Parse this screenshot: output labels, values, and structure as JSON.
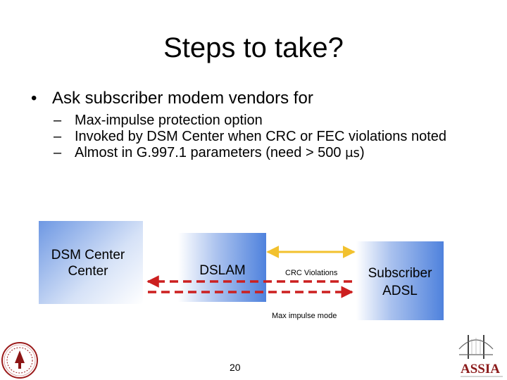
{
  "slide": {
    "title": "Steps to take?",
    "bullet": {
      "marker": "•",
      "text": "Ask subscriber modem vendors for"
    },
    "sub_bullets": [
      {
        "dash": "–",
        "text": "Max-impulse protection option"
      },
      {
        "dash": "–",
        "text": "Invoked by DSM Center when CRC or FEC violations noted"
      },
      {
        "dash": "–",
        "text_before": "Almost in G.997.1 parameters (need > 500 ",
        "unit": "μs",
        "text_after": ")"
      }
    ],
    "page_number": "20"
  },
  "diagram": {
    "dsm_center": {
      "line1": "DSM Center",
      "line2": "Center"
    },
    "dslam": "DSLAM",
    "subscriber": {
      "line1": "Subscriber",
      "line2": "ADSL"
    },
    "crc_label": "CRC Violations",
    "max_impulse_label": "Max impulse mode",
    "colors": {
      "crc_arrow": "#f2c12e",
      "impulse_arrows": "#cc1f1f",
      "box_blue": "#4f82dd"
    }
  },
  "logos": {
    "left": "stanford-seal",
    "right": "assia-logo",
    "right_text": "ASSIA"
  }
}
